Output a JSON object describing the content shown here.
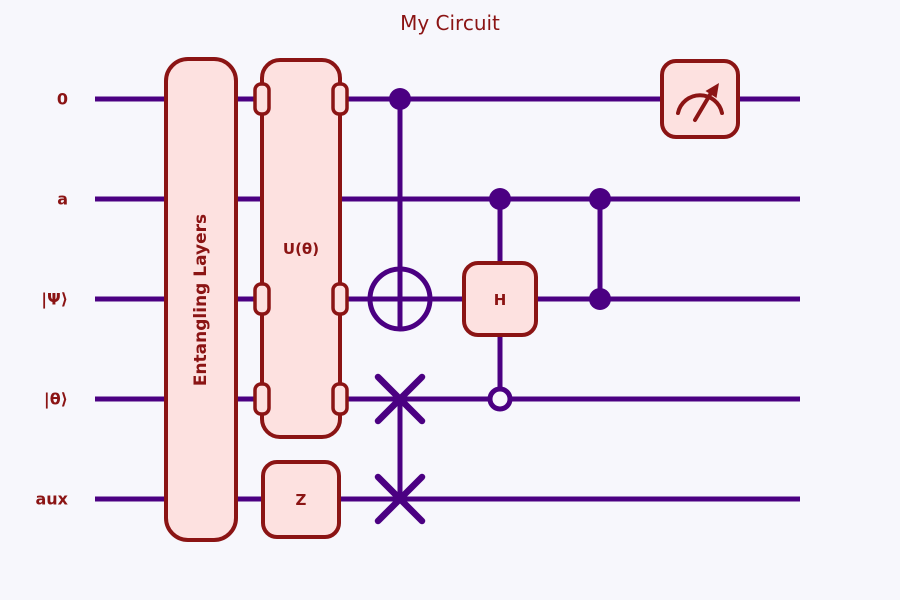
{
  "title": "My Circuit",
  "colors": {
    "background": "#f7f7fc",
    "wire": "#4b0082",
    "gate_fill": "#fde1e0",
    "gate_border": "#8b1414",
    "label_text": "#8b1414"
  },
  "wires": [
    {
      "label": "0"
    },
    {
      "label": "a"
    },
    {
      "label": "|Ψ⟩"
    },
    {
      "label": "|θ⟩"
    },
    {
      "label": "aux"
    }
  ],
  "gates": {
    "entangling": {
      "label": "Entangling Layers",
      "wires": [
        0,
        1,
        2,
        3,
        4
      ]
    },
    "u_theta": {
      "label": "U(θ)",
      "wires": [
        0,
        2,
        3
      ]
    },
    "z": {
      "label": "Z",
      "wires": [
        4
      ]
    },
    "cnot": {
      "control_wire": 0,
      "target_wire": 2
    },
    "swap": {
      "wires": [
        3,
        4
      ]
    },
    "h": {
      "label": "H",
      "target_wire": 2,
      "filled_control_wire": 1,
      "open_control_wire": 3
    },
    "cz": {
      "wires": [
        1,
        2
      ]
    },
    "measurement": {
      "wire": 0
    }
  }
}
